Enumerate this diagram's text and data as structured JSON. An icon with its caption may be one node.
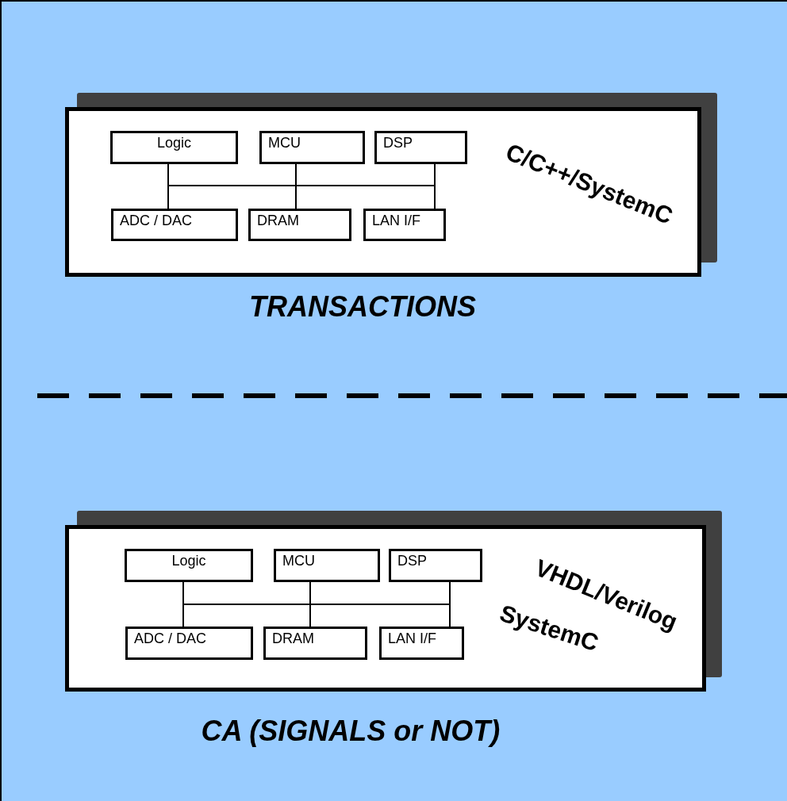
{
  "diagram": {
    "nodes": [
      {
        "text": [
          "C/C++/SystemC",
          "TRANSACTIONS"
        ]
      },
      {
        "text": [
          "Logic"
        ],
        "in": 0
      },
      {
        "text": [
          "MCU"
        ],
        "in": 0
      },
      {
        "text": [
          "DSP"
        ],
        "in": 0
      },
      {
        "text": [
          "ADC  /  DAC"
        ],
        "in": 0
      },
      {
        "text": [
          "DRAM"
        ],
        "in": 0
      },
      {
        "text": [
          "LAN I/F"
        ],
        "in": 0
      },
      {
        "text": [
          "VHDL/Verilog",
          "SystemC",
          "CA (SIGNALS or NOT)"
        ]
      },
      {
        "text": [
          "Logic"
        ],
        "in": 7
      },
      {
        "text": [
          "MCU"
        ],
        "in": 7
      },
      {
        "text": [
          "DSP"
        ],
        "in": 7
      },
      {
        "text": [
          "ADC  /  DAC"
        ],
        "in": 7
      },
      {
        "text": [
          "DRAM"
        ],
        "in": 7
      },
      {
        "text": [
          "LAN I/F"
        ],
        "in": 7
      }
    ],
    "edges": [
      {
        "from": 1,
        "to": 4,
        "arrow": "none"
      },
      {
        "from": 1,
        "to": 5,
        "arrow": "none"
      },
      {
        "from": 1,
        "to": 6,
        "arrow": "none"
      },
      {
        "from": 2,
        "to": 4,
        "arrow": "none"
      },
      {
        "from": 2,
        "to": 5,
        "arrow": "none"
      },
      {
        "from": 2,
        "to": 6,
        "arrow": "none"
      },
      {
        "from": 3,
        "to": 4,
        "arrow": "none"
      },
      {
        "from": 3,
        "to": 5,
        "arrow": "none"
      },
      {
        "from": 3,
        "to": 6,
        "arrow": "none"
      },
      {
        "from": 8,
        "to": 11,
        "arrow": "none"
      },
      {
        "from": 8,
        "to": 12,
        "arrow": "none"
      },
      {
        "from": 8,
        "to": 13,
        "arrow": "none"
      },
      {
        "from": 9,
        "to": 11,
        "arrow": "none"
      },
      {
        "from": 9,
        "to": 12,
        "arrow": "none"
      },
      {
        "from": 9,
        "to": 13,
        "arrow": "none"
      },
      {
        "from": 10,
        "to": 11,
        "arrow": "none"
      },
      {
        "from": 10,
        "to": 12,
        "arrow": "none"
      },
      {
        "from": 10,
        "to": 13,
        "arrow": "none"
      }
    ]
  }
}
